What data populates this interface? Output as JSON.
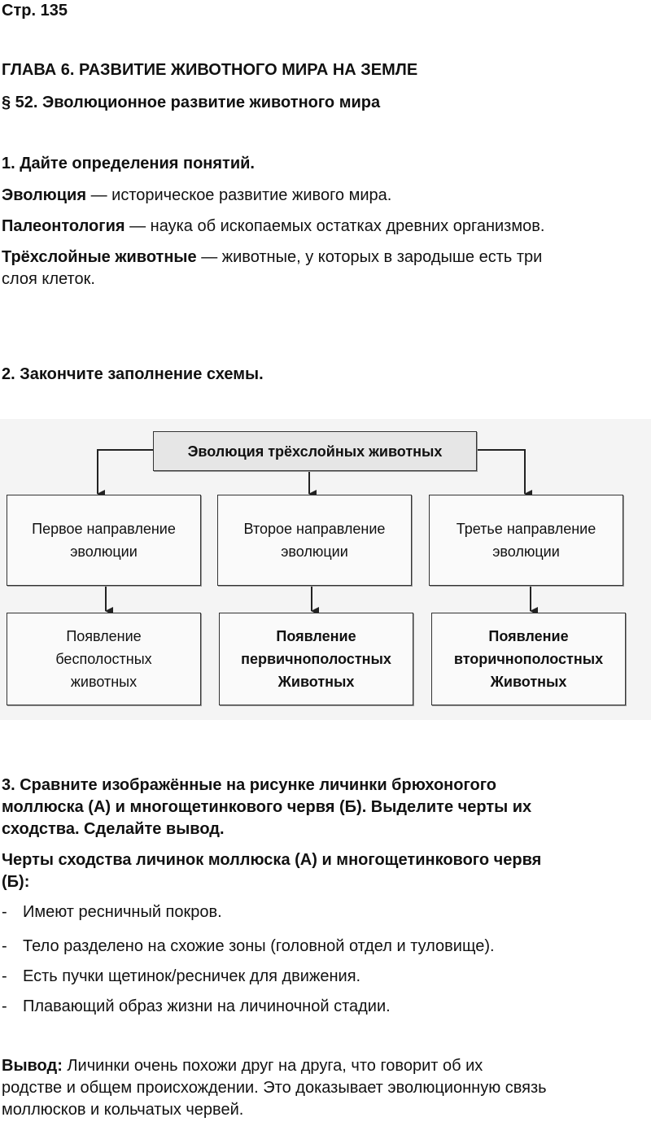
{
  "page": "Стр. 135",
  "chapter": "ГЛАВА 6. РАЗВИТИЕ ЖИВОТНОГО МИРА НА ЗЕМЛЕ",
  "section": "§ 52. Эволюционное развитие животного мира",
  "task1": {
    "title": "1. Дайте определения понятий.",
    "definitions": [
      {
        "term": "Эволюция",
        "text": " — историческое развитие живого мира."
      },
      {
        "term": "Палеонтология",
        "text": " — наука об ископаемых остатках древних организмов."
      },
      {
        "term": "Трёхслойные животные",
        "text": " — животные, у которых в зародыше есть три",
        "text2": "слоя клеток."
      }
    ]
  },
  "task2": {
    "title": "2. Закончите заполнение схемы.",
    "diagram": {
      "root": "Эволюция трёхслойных животных",
      "directions": [
        "Первое направление эволюции",
        "Второе направление эволюции",
        "Третье направление эволюции"
      ],
      "results": [
        "Появление бесполостных животных",
        "Появление первичнополостных Животных",
        "Появление вторичнополостных Животных"
      ]
    }
  },
  "task3": {
    "title_lines": [
      "3. Сравните изображённые на рисунке личинки брюхоногого",
      "моллюска (А) и многощетинкового червя (Б). Выделите черты их",
      "сходства. Сделайте вывод."
    ],
    "subtitle_lines": [
      "Черты сходства личинок моллюска (А) и многощетинкового червя",
      "(Б):"
    ],
    "bullet": "-",
    "items": [
      "Имеют ресничный покров.",
      "Тело разделено на схожие зоны (головной отдел и туловище).",
      "Есть пучки щетинок/ресничек для движения.",
      "Плавающий образ жизни на личиночной стадии."
    ],
    "conclusion_label": "Вывод:",
    "conclusion_lines": [
      " Личинки очень похожи друг на друга, что говорит об их",
      "родстве и общем происхождении. Это доказывает эволюционную связь",
      "моллюсков и кольчатых червей."
    ]
  }
}
